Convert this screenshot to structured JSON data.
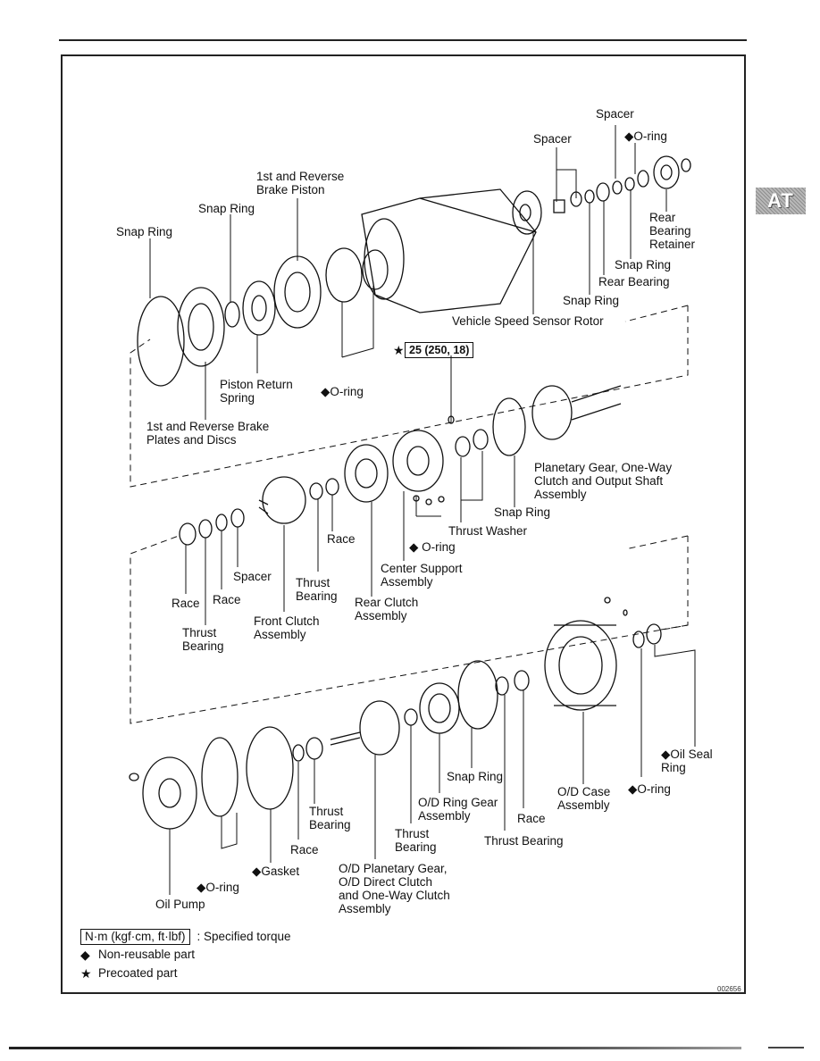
{
  "section_tab": "AT",
  "torque_spec": {
    "star": "★",
    "value": "25 (250, 18)"
  },
  "labels": {
    "spacer_top": "Spacer",
    "oring_top": "◆O-ring",
    "spacer_left": "Spacer",
    "rear_bearing_retainer": "Rear\nBearing\nRetainer",
    "snap_ring_rear": "Snap Ring",
    "rear_bearing": "Rear Bearing",
    "snap_ring_speed": "Snap Ring",
    "vehicle_speed_sensor_rotor": "Vehicle Speed Sensor Rotor",
    "reverse_brake_piston": "1st and Reverse\nBrake Piston",
    "snap_ring_upper": "Snap Ring",
    "snap_ring_far_left": "Snap Ring",
    "piston_return_spring": "Piston Return\nSpring",
    "oring_piston": "◆O-ring",
    "reverse_brake_plates": "1st and Reverse Brake\nPlates and Discs",
    "planetary_gear_assembly": "Planetary Gear, One-Way\nClutch and Output Shaft\nAssembly",
    "snap_ring_planetary": "Snap Ring",
    "thrust_washer": "Thrust Washer",
    "oring_center": "◆ O-ring",
    "center_support_assembly": "Center Support\nAssembly",
    "race_mid": "Race",
    "thrust_bearing_mid": "Thrust\nBearing",
    "rear_clutch_assembly": "Rear Clutch\nAssembly",
    "spacer_mid": "Spacer",
    "race_left1": "Race",
    "race_left2": "Race",
    "thrust_bearing_left": "Thrust\nBearing",
    "front_clutch_assembly": "Front Clutch\nAssembly",
    "oil_seal_ring": "◆Oil Seal\nRing",
    "oring_od_case": "◆O-ring",
    "od_case_assembly": "O/D Case\nAssembly",
    "race_od": "Race",
    "thrust_bearing_od": "Thrust Bearing",
    "snap_ring_od": "Snap Ring",
    "od_ring_gear_assembly": "O/D Ring Gear\nAssembly",
    "thrust_bearing_od_planetary": "Thrust\nBearing",
    "od_planetary_gear": "O/D Planetary Gear,\nO/D Direct Clutch\nand One-Way Clutch\nAssembly",
    "thrust_bearing_pump": "Thrust\nBearing",
    "race_pump": "Race",
    "gasket": "◆Gasket",
    "oring_pump": "◆O-ring",
    "oil_pump": "Oil Pump"
  },
  "legend": {
    "torque_unit": "N·m (kgf·cm, ft·lbf)",
    "torque_desc": ": Specified torque",
    "nonreusable_symbol": "◆",
    "nonreusable_desc": "Non-reusable part",
    "precoated_symbol": "★",
    "precoated_desc": "Precoated part"
  },
  "figure_code": "002656"
}
